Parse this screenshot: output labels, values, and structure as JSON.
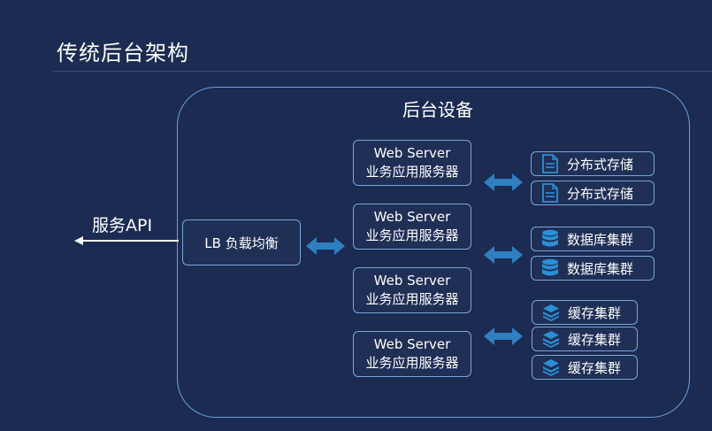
{
  "title": "传统后台架构",
  "container": {
    "title": "后台设备"
  },
  "api": {
    "label": "服务API"
  },
  "lb": {
    "label": "LB 负载均衡"
  },
  "web_servers": [
    {
      "line1": "Web Server",
      "line2": "业务应用服务器"
    },
    {
      "line1": "Web Server",
      "line2": "业务应用服务器"
    },
    {
      "line1": "Web Server",
      "line2": "业务应用服务器"
    },
    {
      "line1": "Web Server",
      "line2": "业务应用服务器"
    }
  ],
  "storage": {
    "distributed": [
      {
        "label": "分布式存储",
        "icon": "document-icon"
      },
      {
        "label": "分布式存储",
        "icon": "document-icon"
      }
    ],
    "database": [
      {
        "label": "数据库集群",
        "icon": "database-icon"
      },
      {
        "label": "数据库集群",
        "icon": "database-icon"
      }
    ],
    "cache": [
      {
        "label": "缓存集群",
        "icon": "layers-icon"
      },
      {
        "label": "缓存集群",
        "icon": "layers-icon"
      },
      {
        "label": "缓存集群",
        "icon": "layers-icon"
      }
    ]
  },
  "colors": {
    "background": "#1b2b52",
    "border": "#7aa6da",
    "arrow": "#2f7fc1",
    "icon": "#2b8fd6"
  }
}
